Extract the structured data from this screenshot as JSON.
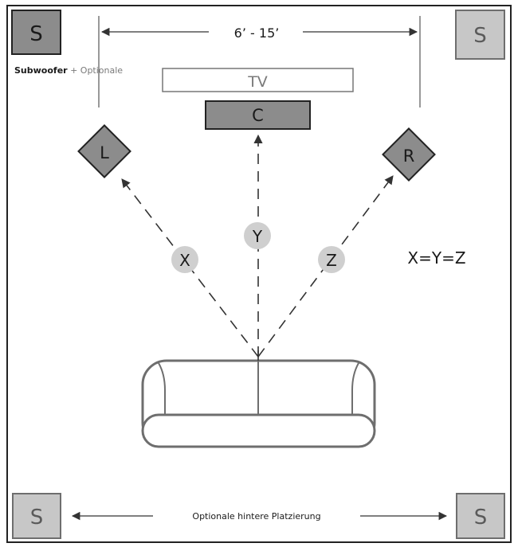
{
  "subwoofer": {
    "label": "S",
    "caption_bold": "Subwoofer",
    "caption_rest": " + Optionale"
  },
  "optional_speaker_label": "S",
  "distance_label": "6’ - 15’",
  "tv_label": "TV",
  "center_label": "C",
  "left_label": "L",
  "right_label": "R",
  "distances": {
    "x": "X",
    "y": "Y",
    "z": "Z"
  },
  "equation": "X=Y=Z",
  "rear_caption": "Optionale hintere Platzierung",
  "colors": {
    "dark_speaker": "#8c8c8c",
    "light_speaker": "#c7c7c7",
    "circle": "#cfcfcf",
    "line": "#333333",
    "sofa": "#6e6e6e"
  }
}
